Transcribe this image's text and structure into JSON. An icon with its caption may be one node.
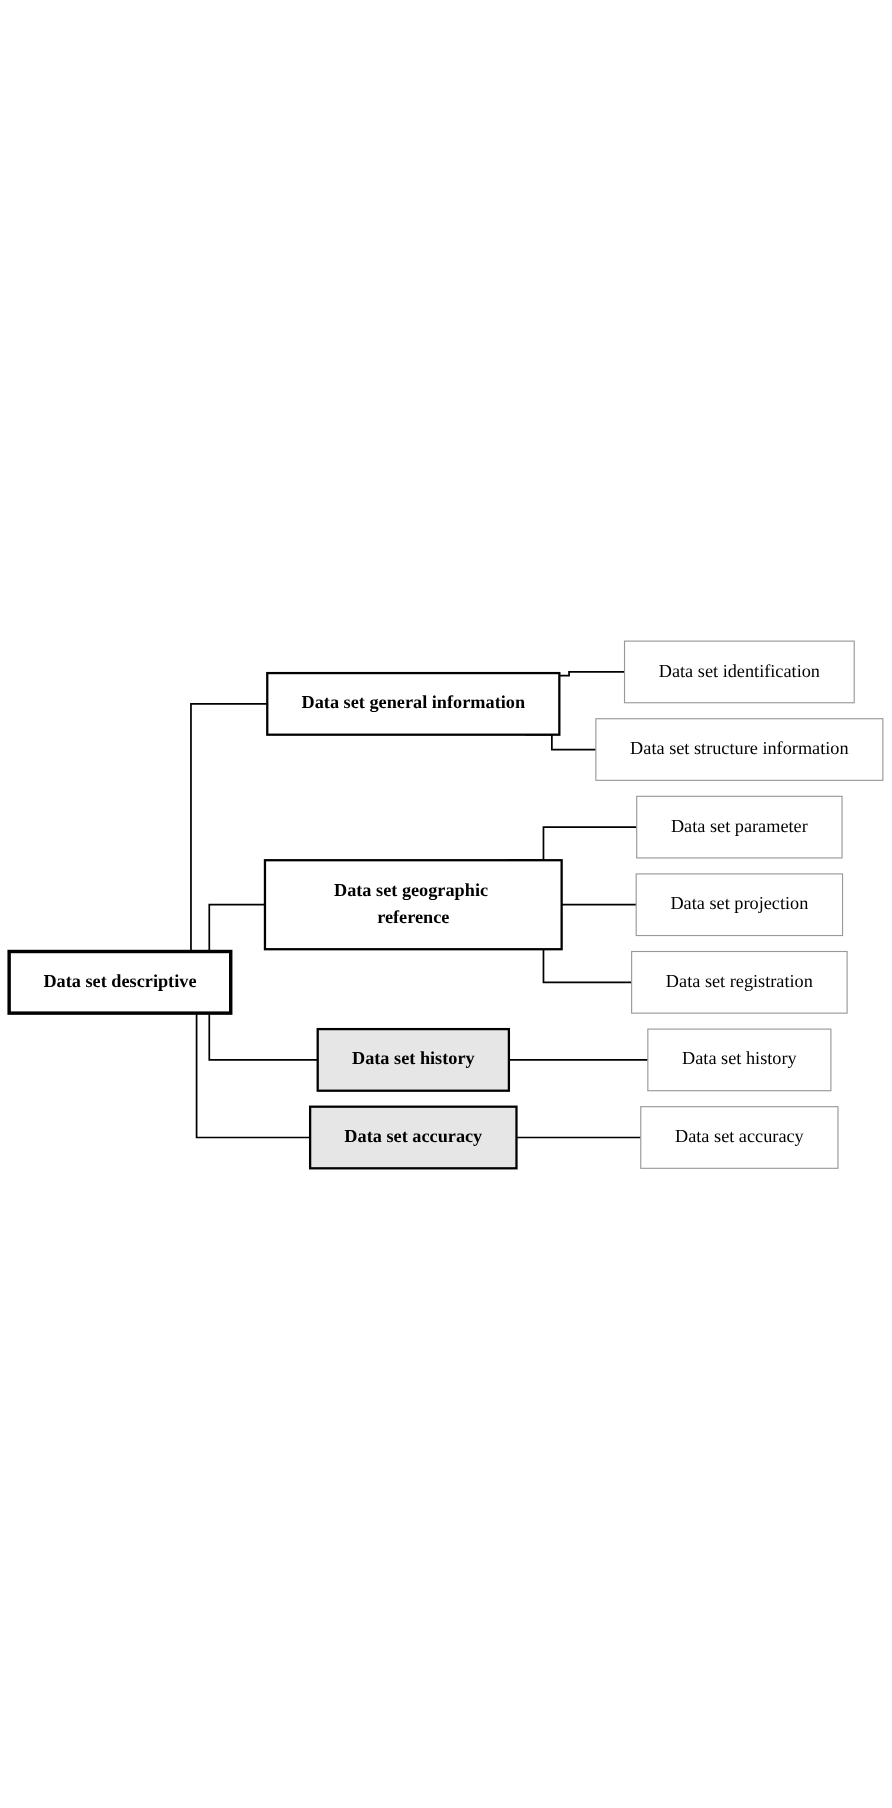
{
  "diagram": {
    "nodes": [
      {
        "text": [
          "Data set descriptive"
        ]
      },
      {
        "text": [
          "Data set general information"
        ]
      },
      {
        "text": [
          "Data set identification"
        ]
      },
      {
        "text": [
          "Data set structure information"
        ]
      },
      {
        "text": [
          "Data set geographic reference"
        ]
      },
      {
        "text": [
          "Data set parameter"
        ]
      },
      {
        "text": [
          "Data set projection"
        ]
      },
      {
        "text": [
          "Data set registration"
        ]
      },
      {
        "text": [
          "Data set history"
        ]
      },
      {
        "text": [
          "Data set history"
        ]
      },
      {
        "text": [
          "Data set accuracy"
        ]
      },
      {
        "text": [
          "Data set accuracy"
        ]
      }
    ],
    "edges": [
      {
        "from": 0,
        "to": 1,
        "arrow": "none"
      },
      {
        "from": 1,
        "to": 2,
        "arrow": "none"
      },
      {
        "from": 1,
        "to": 3,
        "arrow": "none"
      },
      {
        "from": 0,
        "to": 4,
        "arrow": "none"
      },
      {
        "from": 4,
        "to": 5,
        "arrow": "none"
      },
      {
        "from": 4,
        "to": 6,
        "arrow": "none"
      },
      {
        "from": 4,
        "to": 7,
        "arrow": "none"
      },
      {
        "from": 0,
        "to": 8,
        "arrow": "none"
      },
      {
        "from": 8,
        "to": 9,
        "arrow": "none"
      },
      {
        "from": 0,
        "to": 10,
        "arrow": "none"
      },
      {
        "from": 10,
        "to": 11,
        "arrow": "none"
      }
    ]
  }
}
